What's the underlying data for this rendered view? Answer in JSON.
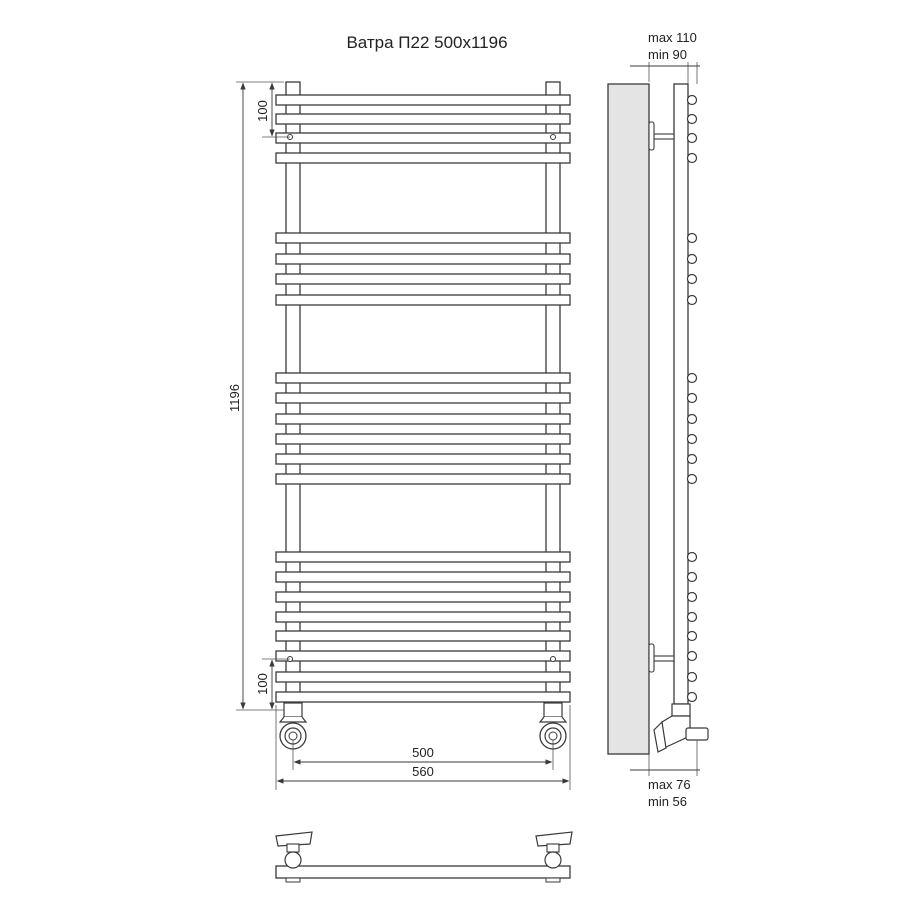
{
  "title": "Ватра П22 500х1196",
  "dimensions": {
    "height_total": "1196",
    "top_offset": "100",
    "bottom_offset": "100",
    "axis_width": "500",
    "total_width": "560",
    "wall_max_top": "max 110",
    "wall_min_top": "min 90",
    "wall_max_bottom": "max 76",
    "wall_min_bottom": "min 56"
  },
  "colors": {
    "line": "#3a3a3a",
    "wall": "#e4e4e4"
  }
}
